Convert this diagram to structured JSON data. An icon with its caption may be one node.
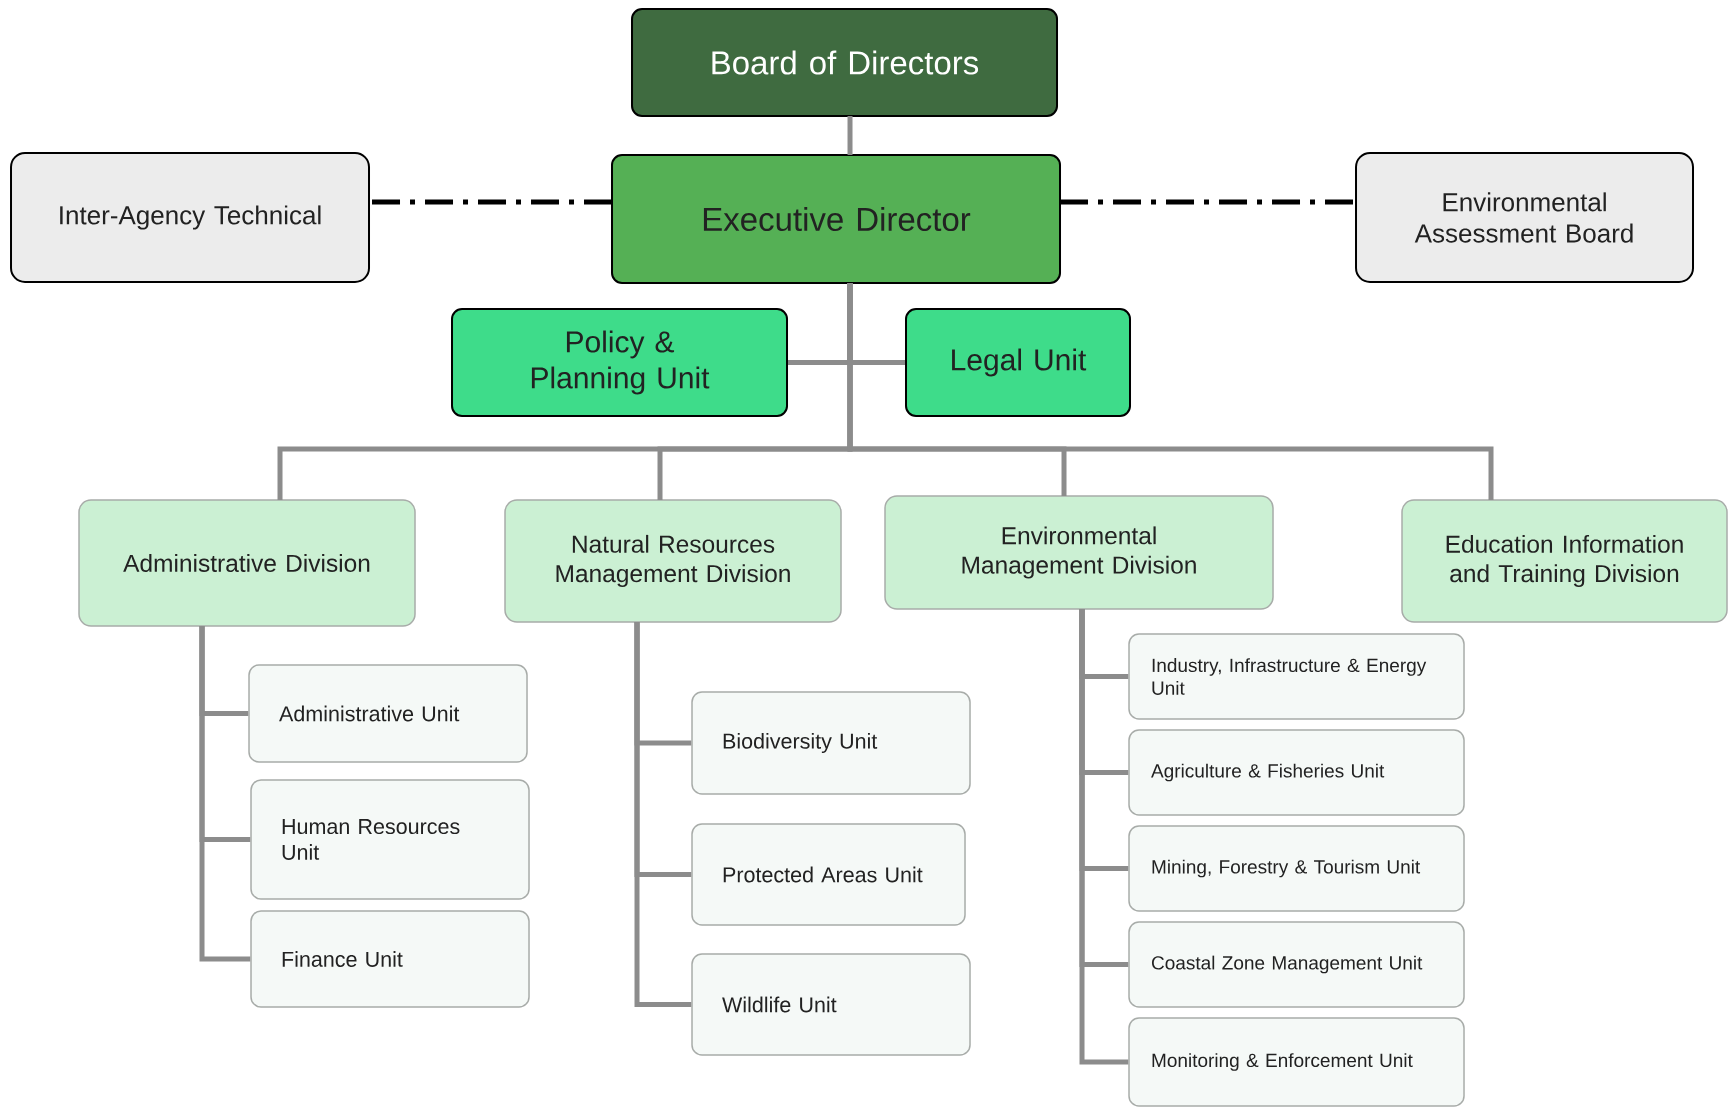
{
  "diagram": {
    "nodes": [
      {
        "text": [
          "Board of Directors"
        ]
      },
      {
        "text": [
          "Inter-Agency Technical"
        ]
      },
      {
        "text": [
          "Executive Director"
        ]
      },
      {
        "text": [
          "Environmental Assessment Board"
        ]
      },
      {
        "text": [
          "Policy & Planning Unit"
        ]
      },
      {
        "text": [
          "Legal Unit"
        ]
      },
      {
        "text": [
          "Administrative Division"
        ]
      },
      {
        "text": [
          "Natural Resources Management Division"
        ]
      },
      {
        "text": [
          "Environmental Management Division"
        ]
      },
      {
        "text": [
          "Education Information and Training Division"
        ]
      },
      {
        "text": [
          "Administrative Unit"
        ]
      },
      {
        "text": [
          "Human Resources Unit"
        ]
      },
      {
        "text": [
          "Finance Unit"
        ]
      },
      {
        "text": [
          "Biodiversity Unit"
        ]
      },
      {
        "text": [
          "Protected Areas Unit"
        ]
      },
      {
        "text": [
          "Wildlife Unit"
        ]
      },
      {
        "text": [
          "Industry, Infrastructure & Energy Unit"
        ]
      },
      {
        "text": [
          "Agriculture & Fisheries Unit"
        ]
      },
      {
        "text": [
          "Mining, Forestry & Tourism Unit"
        ]
      },
      {
        "text": [
          "Coastal Zone Management Unit"
        ]
      },
      {
        "text": [
          "Monitoring & Enforcement Unit"
        ]
      }
    ],
    "edges": [
      {
        "from": 0,
        "to": 2,
        "arrow": "none"
      },
      {
        "from": 2,
        "to": 1,
        "arrow": "none",
        "style": "dashed",
        "color": "#000000"
      },
      {
        "from": 2,
        "to": 3,
        "arrow": "none",
        "style": "dashed",
        "color": "#000000"
      },
      {
        "from": 2,
        "to": 4,
        "arrow": "none"
      },
      {
        "from": 2,
        "to": 5,
        "arrow": "none"
      },
      {
        "from": 2,
        "to": 6,
        "arrow": "none"
      },
      {
        "from": 2,
        "to": 7,
        "arrow": "none"
      },
      {
        "from": 2,
        "to": 8,
        "arrow": "none"
      },
      {
        "from": 2,
        "to": 9,
        "arrow": "none"
      },
      {
        "from": 6,
        "to": 10,
        "arrow": "none"
      },
      {
        "from": 6,
        "to": 11,
        "arrow": "none"
      },
      {
        "from": 6,
        "to": 12,
        "arrow": "none"
      },
      {
        "from": 7,
        "to": 13,
        "arrow": "none"
      },
      {
        "from": 7,
        "to": 14,
        "arrow": "none"
      },
      {
        "from": 7,
        "to": 15,
        "arrow": "none"
      },
      {
        "from": 8,
        "to": 16,
        "arrow": "none"
      },
      {
        "from": 8,
        "to": 17,
        "arrow": "none"
      },
      {
        "from": 8,
        "to": 18,
        "arrow": "none"
      },
      {
        "from": 8,
        "to": 19,
        "arrow": "none"
      },
      {
        "from": 8,
        "to": 20,
        "arrow": "none"
      }
    ]
  }
}
